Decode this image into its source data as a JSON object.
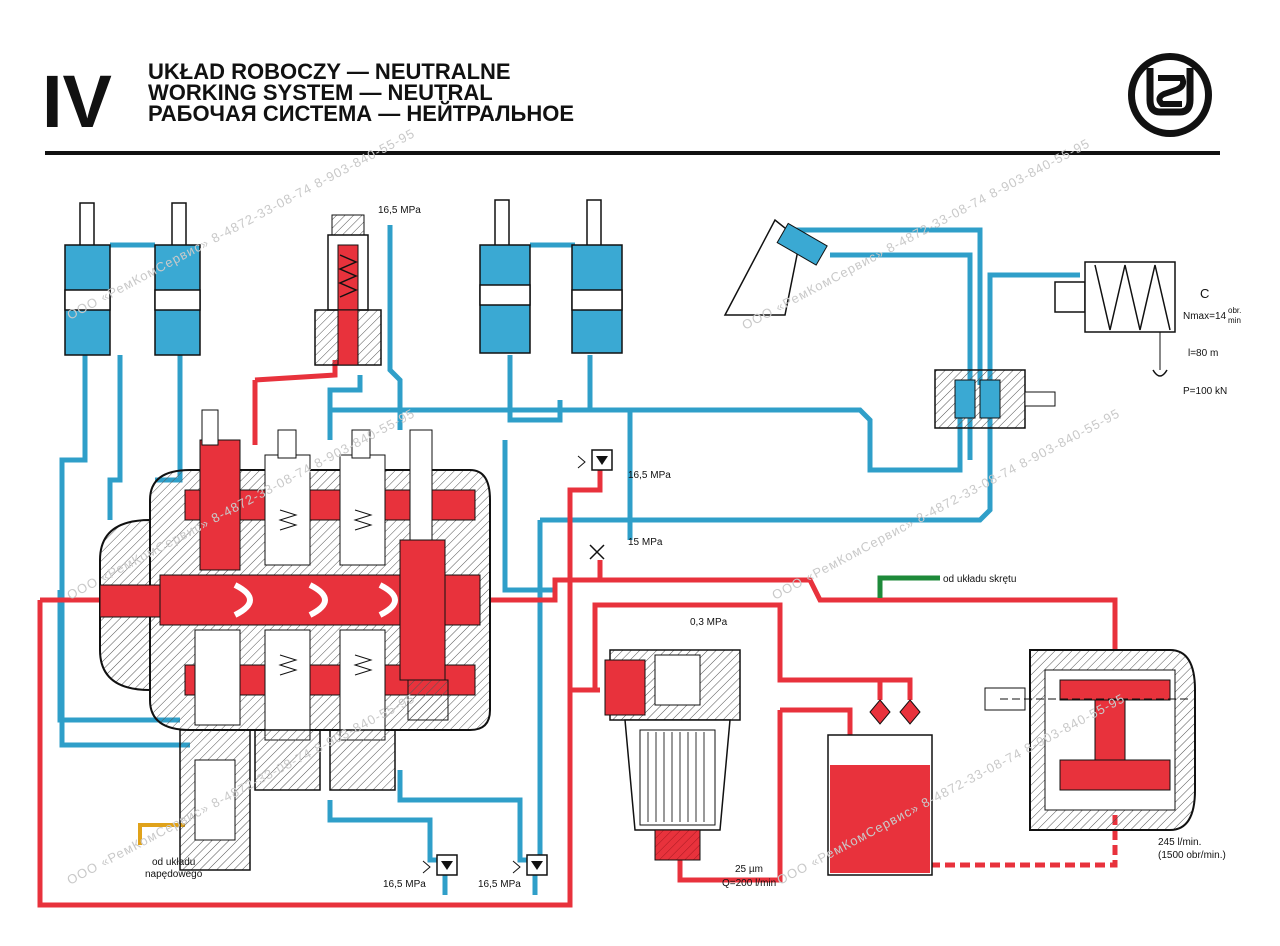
{
  "header": {
    "numeral": "IV",
    "title_pl": "UKŁAD ROBOCZY — NEUTRALNE",
    "title_en": "WORKING SYSTEM — NEUTRAL",
    "title_ru": "РАБОЧАЯ СИСТЕМА — НЕЙТРАЛЬНОЕ",
    "logo_icon": "stalowa-wola-logo-icon"
  },
  "labels": {
    "relief_top": "16,5 MPa",
    "relief_right": "16,5 MPa",
    "relief_cross": "15 MPa",
    "filter_pressure": "0,3 MPa",
    "filter_mesh": "25 µm",
    "filter_flow": "Q=200 l/min",
    "steer_supply": "od układu skrętu",
    "drive_supply_1": "od układu",
    "drive_supply_2": "napędowego",
    "relief_bottom_left": "16,5 MPa",
    "relief_bottom_right": "16,5 MPa",
    "pump_flow_1": "245 l/min.",
    "pump_flow_2": "(1500 obr/min.)",
    "winch_c": "C",
    "winch_nmax": "Nmax=14",
    "winch_nmax_unit_top": "obr.",
    "winch_nmax_unit_bottom": "min",
    "winch_l": "l=80 m",
    "winch_p": "P=100 kN"
  },
  "watermarks": [
    "OOO «РемКомСервис» 8-4872-33-08-74  8-903-840-55-95"
  ],
  "colors": {
    "pressure": "#e8323c",
    "return": "#2f9fc9",
    "cylinder_fill": "#3aa9d3",
    "steer_line": "#1e8a3a",
    "drive_line": "#e0a21a",
    "ink": "#111111"
  }
}
